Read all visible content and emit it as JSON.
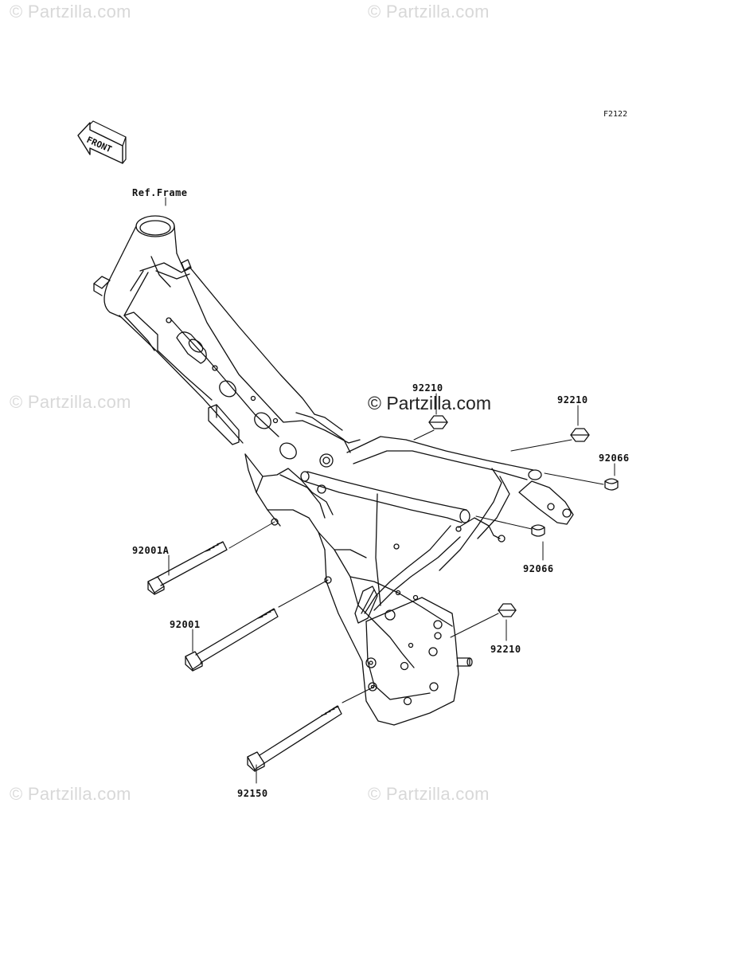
{
  "watermarks": {
    "text": "© Partzilla.com",
    "center_text": "© Partzilla.com"
  },
  "figure_code": "F2122",
  "front_label": "FRONT",
  "labels": {
    "ref_frame": "Ref.Frame",
    "p92210_top": "92210",
    "p92210_right": "92210",
    "p92066_right": "92066",
    "p92066_mid": "92066",
    "p92001a": "92001A",
    "p92001": "92001",
    "p92210_low": "92210",
    "p92150": "92150"
  },
  "colors": {
    "line": "#111111",
    "watermark": "#d8d8d8",
    "background": "#ffffff"
  }
}
